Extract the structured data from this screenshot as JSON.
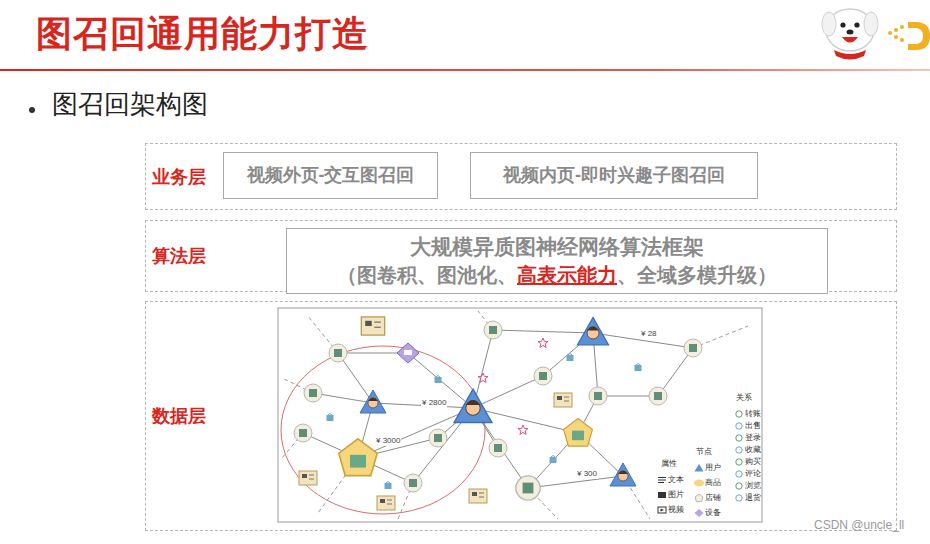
{
  "diagram": {
    "title": "图召回通用能力打造",
    "nodes": [
      {
        "text": [
          "业务层"
        ]
      },
      {
        "text": [
          "视频外页-交互图召回"
        ],
        "in": 0
      },
      {
        "text": [
          "视频内页-即时兴趣子图召回"
        ],
        "in": 0
      },
      {
        "text": [
          "算法层"
        ]
      },
      {
        "text": [
          "大规模异质图神经网络算法框架",
          "（图卷积、图池化、",
          "高表示能力",
          "、全域多模升级）"
        ],
        "in": 3
      },
      {
        "text": [
          "数据层"
        ]
      }
    ],
    "labels": [
      "图召回架构图",
      "¥ 28",
      "¥ 2800",
      "¥ 3000",
      "¥ 300",
      "关系",
      "节点",
      "属性",
      "CSDN @uncle_ll"
    ],
    "legend": [
      {
        "text": "转账"
      },
      {
        "text": "出售"
      },
      {
        "text": "登录"
      },
      {
        "text": "收藏"
      },
      {
        "text": "购买"
      },
      {
        "text": "评论"
      },
      {
        "text": "浏览"
      },
      {
        "text": "退货"
      },
      {
        "text": "用户"
      },
      {
        "text": "商品"
      },
      {
        "text": "店铺"
      },
      {
        "text": "设备"
      },
      {
        "text": "文本"
      },
      {
        "text": "图片"
      },
      {
        "text": "视频"
      }
    ]
  }
}
